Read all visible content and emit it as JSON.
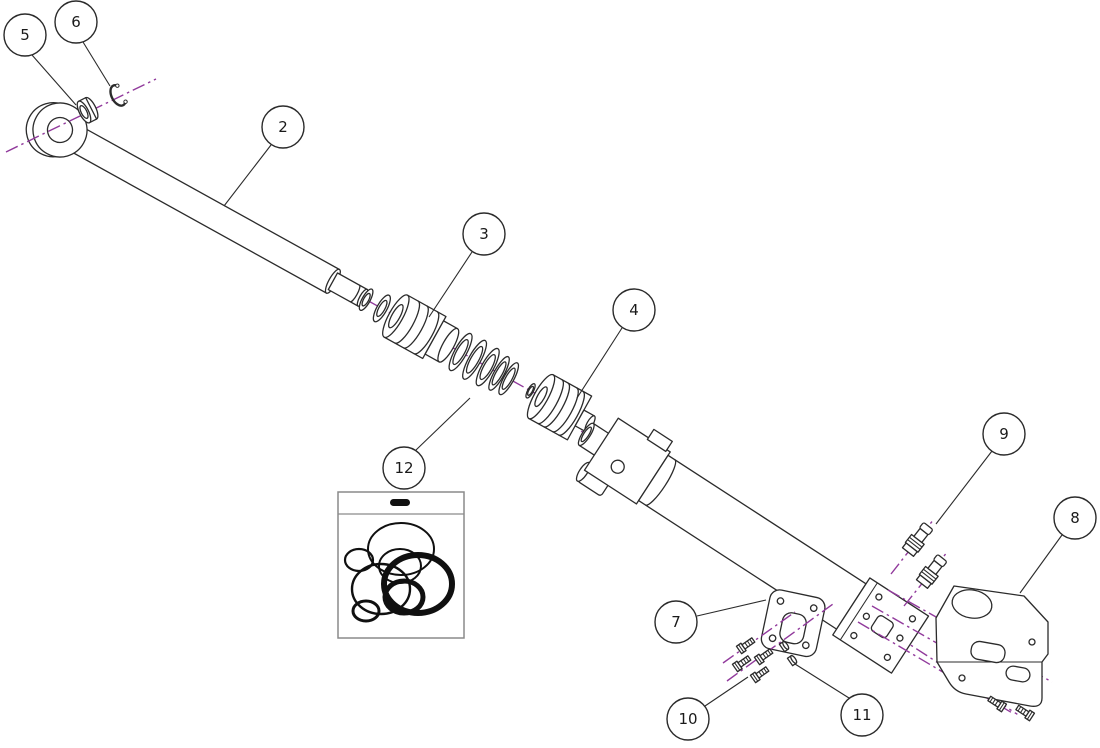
{
  "diagram": {
    "kind": "exploded-parts-diagram",
    "subject": "hydraulic-cylinder-assembly",
    "callouts": [
      {
        "label": "2",
        "target": "piston-rod"
      },
      {
        "label": "3",
        "target": "gland-head"
      },
      {
        "label": "4",
        "target": "piston"
      },
      {
        "label": "5",
        "target": "pivot-bushing"
      },
      {
        "label": "6",
        "target": "snap-ring"
      },
      {
        "label": "7",
        "target": "mounting-plate"
      },
      {
        "label": "8",
        "target": "mounting-bracket"
      },
      {
        "label": "9",
        "target": "hydraulic-fittings"
      },
      {
        "label": "10",
        "target": "mounting-bolts"
      },
      {
        "label": "11",
        "target": "lock-nuts"
      },
      {
        "label": "12",
        "target": "seal-kit"
      }
    ]
  },
  "colors": {
    "line": "#2b2b2b",
    "centerline": "#913a9c",
    "bagline": "#8a8a8a",
    "text": "#1a1a1a",
    "bg": "#ffffff"
  }
}
